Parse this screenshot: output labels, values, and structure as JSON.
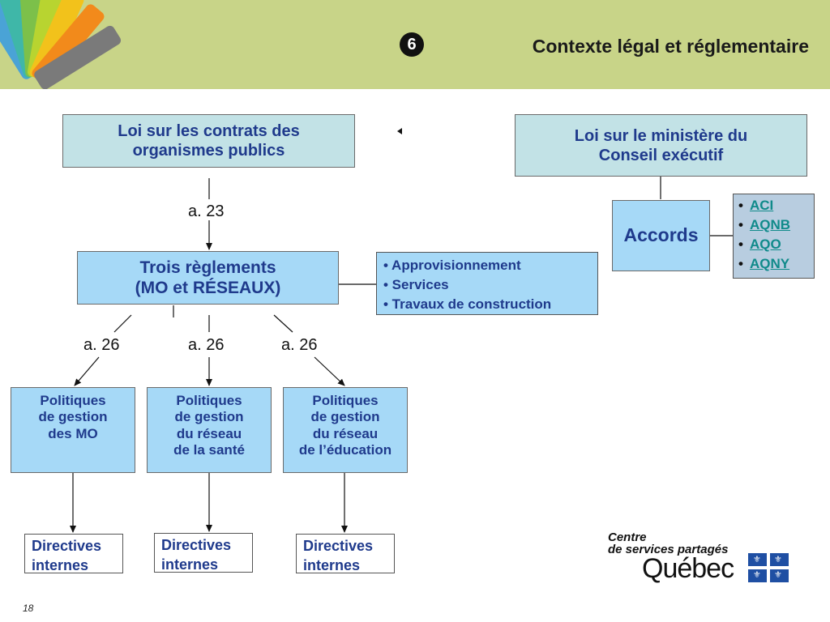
{
  "header": {
    "number": "6",
    "title": "Contexte légal et réglementaire"
  },
  "boxes": {
    "loi_contrats": [
      "Loi sur les contrats des",
      "organismes publics"
    ],
    "loi_ministere": [
      "Loi sur le ministère du",
      "Conseil exécutif"
    ],
    "trois_reglements": [
      "Trois règlements",
      "(MO et RÉSEAUX)"
    ],
    "accords": "Accords",
    "politiques_mo": [
      "Politiques",
      "de gestion",
      "des MO"
    ],
    "politiques_sante": [
      "Politiques",
      "de gestion",
      "du réseau",
      "de la santé"
    ],
    "politiques_education": [
      "Politiques",
      "de gestion",
      "du réseau",
      "de l’éducation"
    ],
    "directives": [
      "Directives",
      "internes"
    ]
  },
  "labels": {
    "a23": "a. 23",
    "a26_left": "a. 26",
    "a26_mid": "a. 26",
    "a26_right": "a. 26"
  },
  "types_list": [
    "• Approvisionnement",
    "• Services",
    "• Travaux de construction"
  ],
  "accords_list": [
    "ACI",
    "AQNB",
    "AQO",
    "AQNY"
  ],
  "footer": {
    "page": "18",
    "logo_line1": "Centre",
    "logo_line2": "de services partagés",
    "logo_line3": "Québec"
  },
  "colors": {
    "header_bg": "#c8d488",
    "box_teal": "#c2e2e6",
    "box_blue": "#a6d9f7",
    "text_blue": "#1f3a8c",
    "link_teal": "#0f8a8a"
  },
  "icons": {
    "fan": "color-swatch-fan-icon",
    "number": "circled-number-icon",
    "flag": "quebec-flag-icon"
  }
}
